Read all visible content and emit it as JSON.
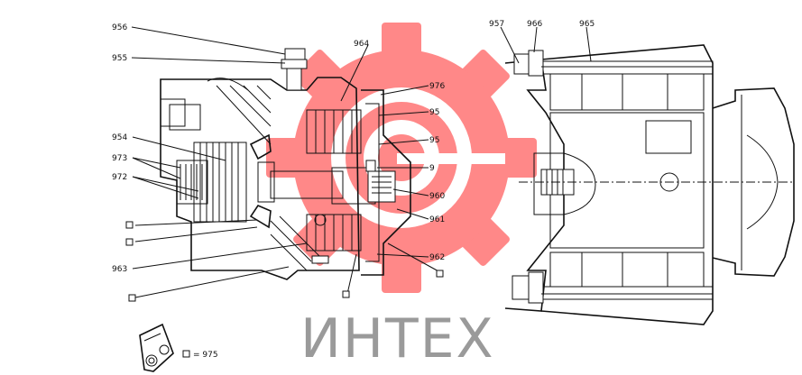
{
  "labels": {
    "l956": "956",
    "l955": "955",
    "l964": "964",
    "l957": "957",
    "l966": "966",
    "l965": "965",
    "l976": "976",
    "l95a": "95",
    "l95b": "95",
    "l954": "954",
    "l973": "973",
    "l972": "972",
    "l9": "9",
    "l960": "960",
    "l961": "961",
    "l963": "963",
    "l962": "962",
    "legend": "= 975"
  },
  "watermark": {
    "text": "ИНТЕХ",
    "gear_color": "#ff3b3b"
  }
}
